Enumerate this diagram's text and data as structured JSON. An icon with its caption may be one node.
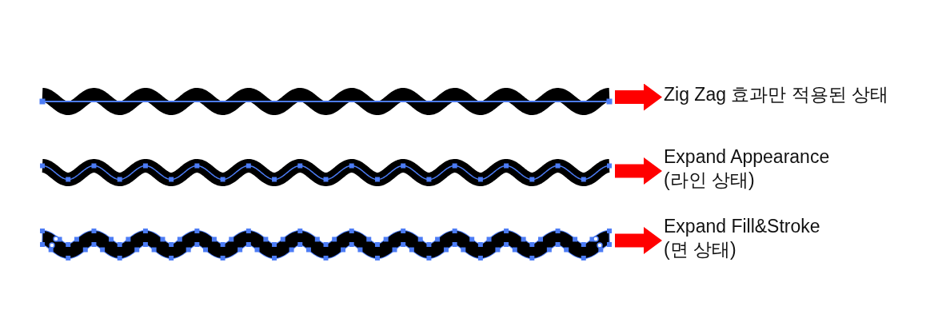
{
  "diagram": {
    "nodes": [
      {
        "text": [],
        "shape": "picture"
      },
      {
        "text": [
          "Zig Zag 효과만 적용된 상태"
        ]
      },
      {
        "text": [],
        "shape": "picture"
      },
      {
        "text": [
          "Expand Appearance (라인 상태)"
        ]
      },
      {
        "text": [],
        "shape": "picture"
      },
      {
        "text": [
          "Expand Fill&Stroke (면 상태)"
        ]
      }
    ],
    "edges": [
      {
        "from": 0,
        "to": 1,
        "arrow": "to"
      },
      {
        "from": 2,
        "to": 3,
        "arrow": "to"
      },
      {
        "from": 4,
        "to": 5,
        "arrow": "to"
      }
    ]
  }
}
